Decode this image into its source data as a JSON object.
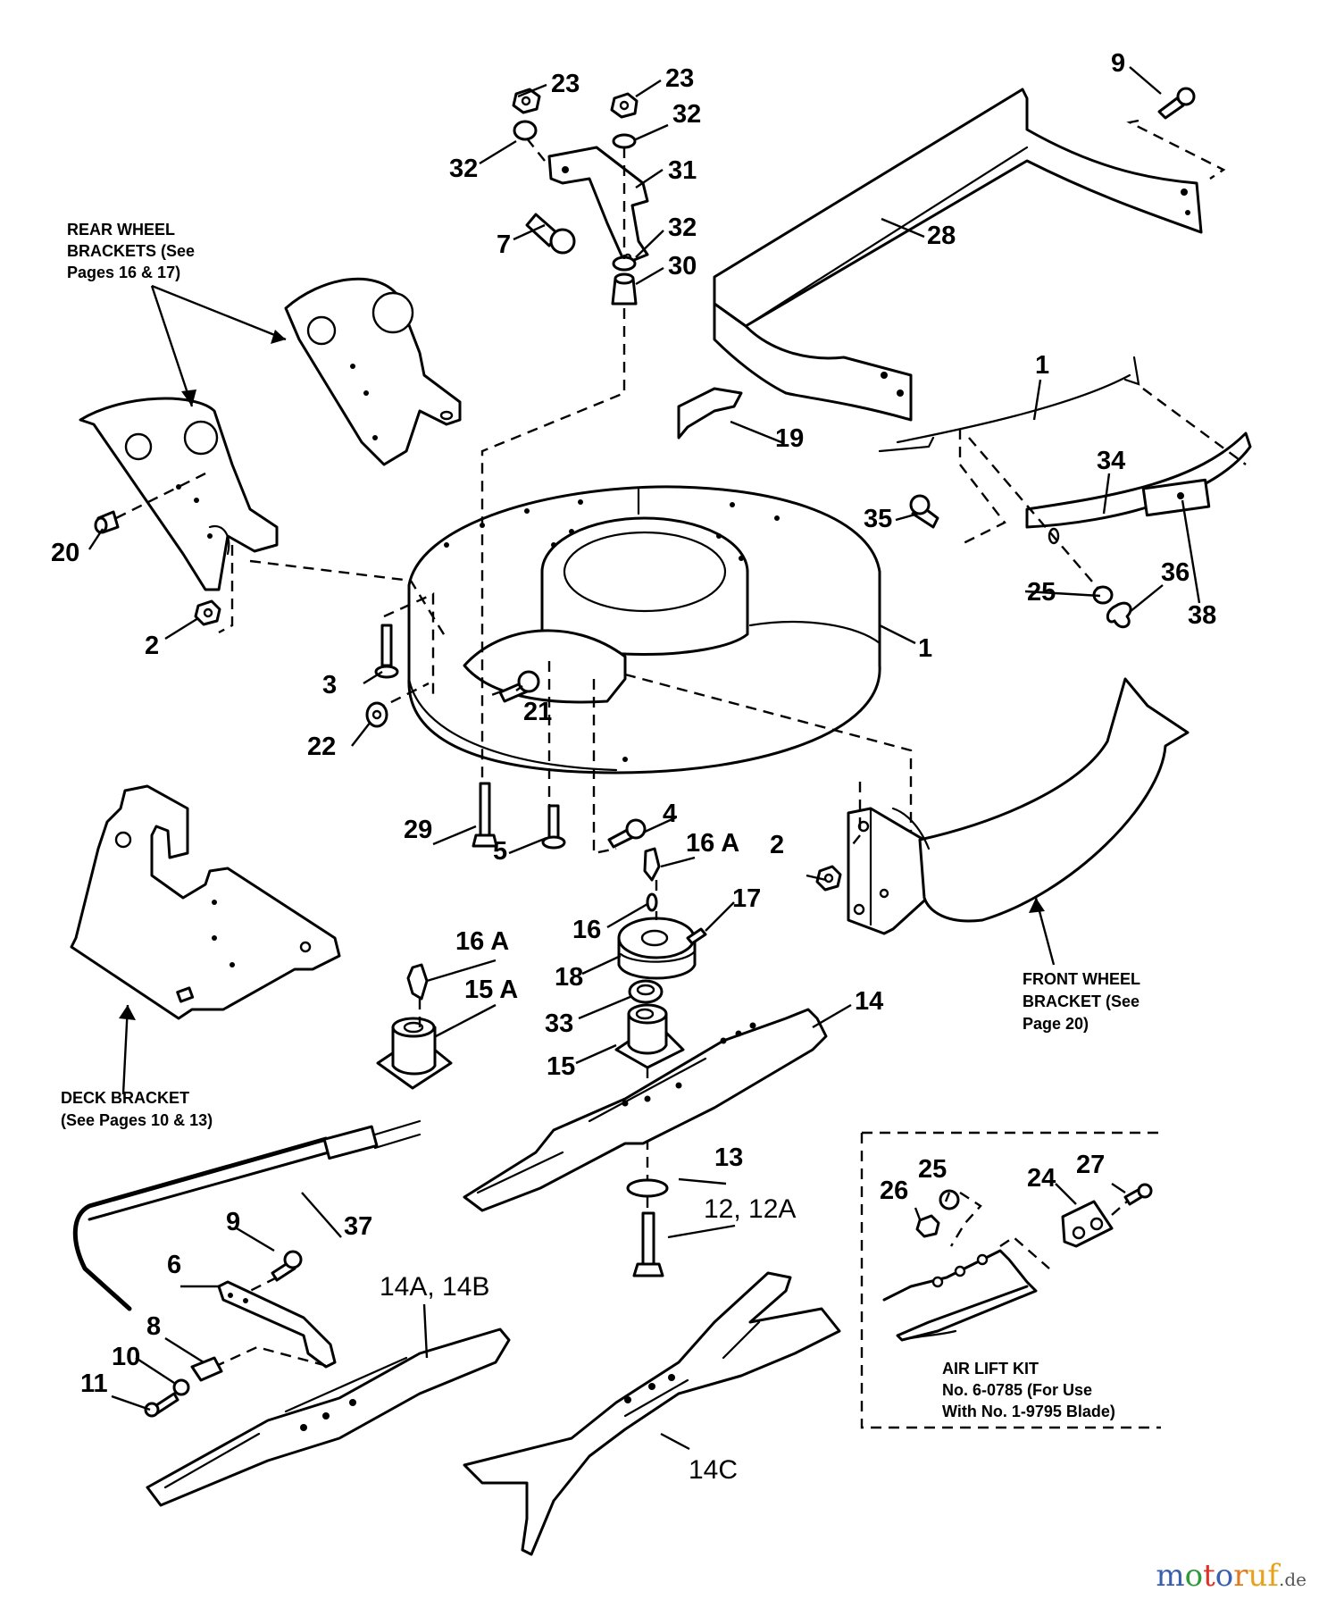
{
  "diagram": {
    "title": "Mower deck exploded parts diagram",
    "callouts": {
      "c1a": "1",
      "c1b": "1",
      "c2a": "2",
      "c2b": "2",
      "c3": "3",
      "c4": "4",
      "c5": "5",
      "c6": "6",
      "c7": "7",
      "c8": "8",
      "c9a": "9",
      "c9b": "9",
      "c10": "10",
      "c11": "11",
      "c12": "12, 12A",
      "c13": "13",
      "c14": "14",
      "c14ab": "14A, 14B",
      "c14c": "14C",
      "c15": "15",
      "c15a": "15 A",
      "c16": "16",
      "c16a1": "16 A",
      "c16a2": "16 A",
      "c17": "17",
      "c18": "18",
      "c19": "19",
      "c20": "20",
      "c21": "21",
      "c22": "22",
      "c23a": "23",
      "c23b": "23",
      "c24": "24",
      "c25a": "25",
      "c25b": "25",
      "c26": "26",
      "c27": "27",
      "c28": "28",
      "c29": "29",
      "c30": "30",
      "c31": "31",
      "c32a": "32",
      "c32b": "32",
      "c32c": "32",
      "c33": "33",
      "c34": "34",
      "c35": "35",
      "c36": "36",
      "c37": "37",
      "c38": "38"
    },
    "notes": {
      "rear_wheel": [
        "REAR WHEEL",
        "BRACKETS (See",
        "Pages 16 & 17)"
      ],
      "front_wheel": [
        "FRONT WHEEL",
        "BRACKET (See",
        "Page 20)"
      ],
      "deck_bracket": [
        "DECK BRACKET",
        "(See Pages 10 & 13)"
      ],
      "air_lift": [
        "AIR LIFT KIT",
        "No. 6-0785 (For Use",
        "With No. 1-9795 Blade)"
      ]
    }
  },
  "watermark": {
    "letters": [
      "m",
      "o",
      "t",
      "o",
      "r",
      "u",
      "f"
    ],
    "colors": [
      "#3b5fb0",
      "#2f9a3a",
      "#e0302a",
      "#3b5fb0",
      "#e07a1a",
      "#e7a21a",
      "#e7a21a"
    ],
    "suffix": ".de"
  }
}
